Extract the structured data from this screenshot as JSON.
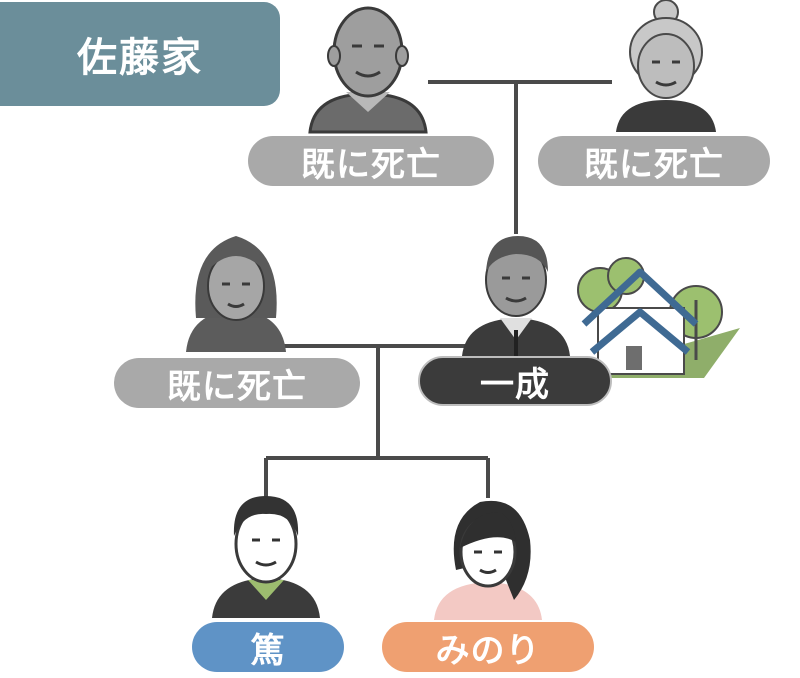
{
  "family": {
    "title": "佐藤家"
  },
  "people": {
    "grandfather": {
      "label": "既に死亡"
    },
    "grandmother": {
      "label": "既に死亡"
    },
    "mother": {
      "label": "既に死亡"
    },
    "father": {
      "label": "一成"
    },
    "son": {
      "label": "篤"
    },
    "daughter": {
      "label": "みのり"
    }
  },
  "colors": {
    "family_tag": "#6b8e9a",
    "deceased_pill": "#a9a9a9",
    "father_pill": "#3b3b3b",
    "son_pill": "#5f93c6",
    "daughter_pill": "#efa071",
    "house_blue": "#3f6a93",
    "tree_green": "#7fa85c"
  },
  "icons": [
    "house-icon",
    "tree-icon"
  ]
}
